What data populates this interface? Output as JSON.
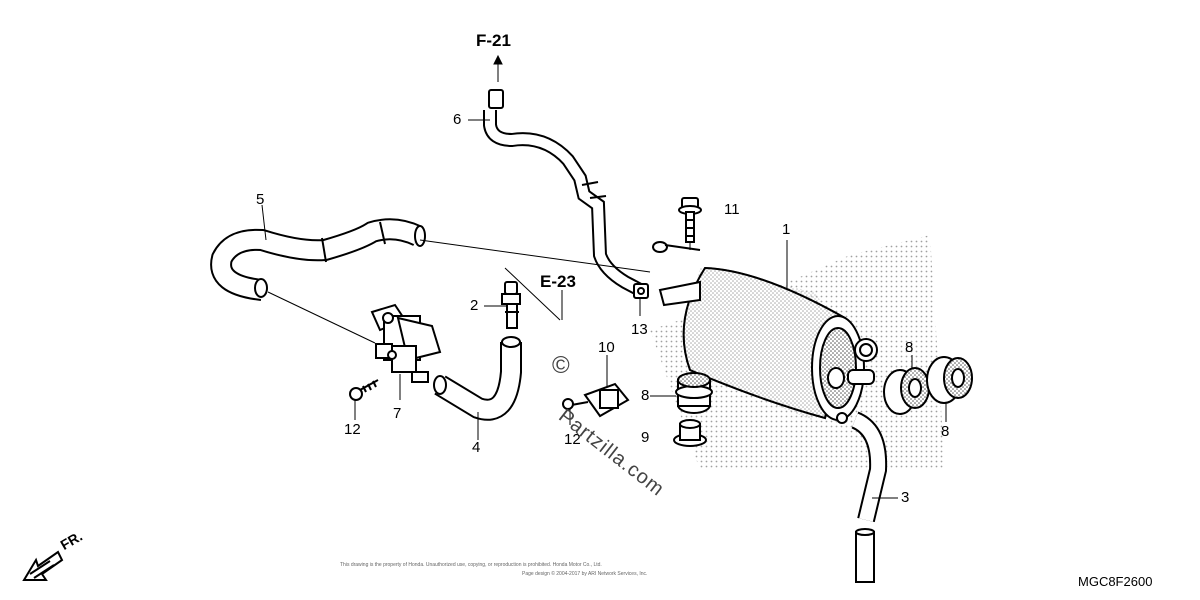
{
  "refs": {
    "f21": "F-21",
    "e23": "E-23"
  },
  "labels": {
    "p1": "1",
    "p2": "2",
    "p3": "3",
    "p4": "4",
    "p5": "5",
    "p6": "6",
    "p7": "7",
    "p8a": "8",
    "p8b": "8",
    "p8c": "8",
    "p9": "9",
    "p10": "10",
    "p11": "11",
    "p12a": "12",
    "p12b": "12",
    "p13": "13"
  },
  "direction": "FR.",
  "diagram_code": "MGC8F2600",
  "watermark": "© Partzilla.com",
  "watermark_symbol": "©",
  "watermark_text": "Partzilla.com",
  "copyright_line1": "This drawing is the property of Honda. Unauthorized use, copying, or reproduction is prohibited. Honda Motor Co., Ltd.",
  "copyright_line2": "Page design © 2004-2017 by ARI Network Services, Inc."
}
